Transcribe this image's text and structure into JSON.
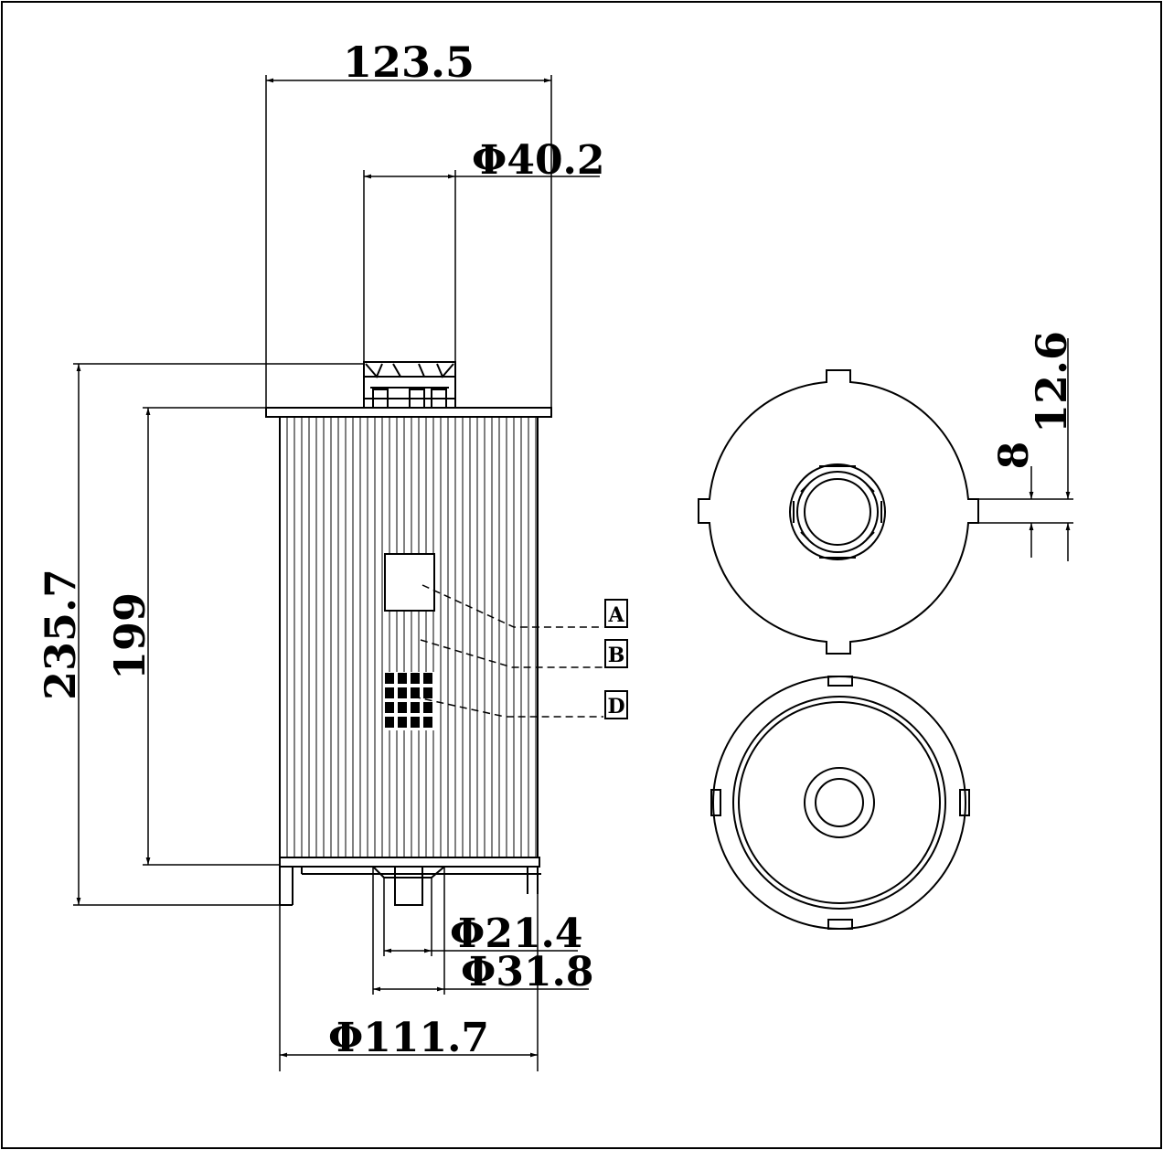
{
  "dimensions": {
    "overall_width": "123.5",
    "top_outlet_diameter": "Φ40.2",
    "overall_height": "235.7",
    "element_height": "199",
    "bottom_inner_diameter": "Φ21.4",
    "bottom_outer_diameter": "Φ31.8",
    "body_diameter": "Φ111.7",
    "tab_width": "8",
    "tab_offset": "12.6"
  },
  "labels": {
    "a": "A",
    "b": "B",
    "d": "D"
  },
  "colors": {
    "line": "#000000",
    "background": "#ffffff"
  }
}
